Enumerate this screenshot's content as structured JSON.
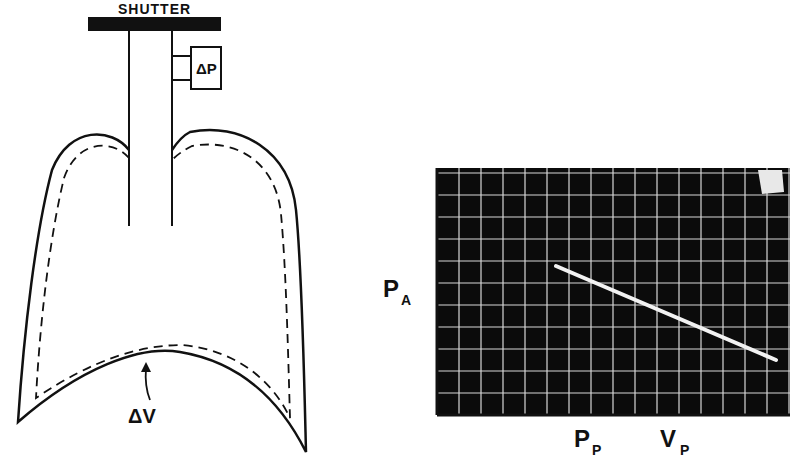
{
  "diagram": {
    "nodes": [
      {
        "text": [
          "SHUTTER"
        ]
      },
      {
        "text": [
          "ΔP"
        ]
      }
    ],
    "labels": [
      "ΔV",
      "P",
      "A",
      "P",
      "P",
      "V",
      "P"
    ]
  }
}
